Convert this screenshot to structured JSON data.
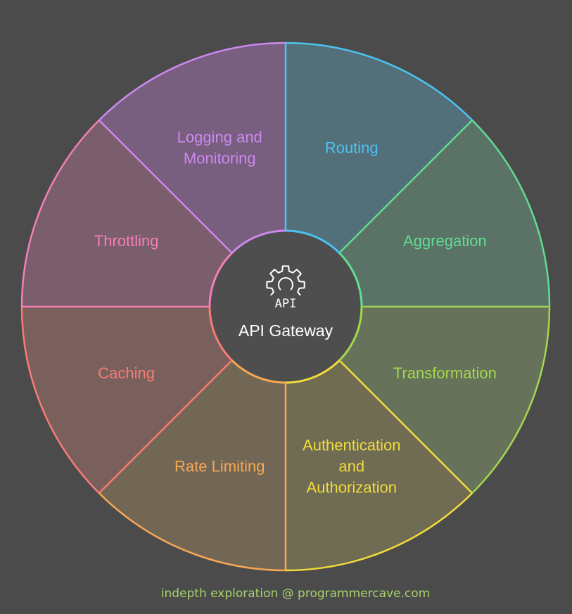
{
  "center": {
    "title": "API Gateway",
    "icon_name": "gear-icon",
    "icon_label": "API"
  },
  "segments": [
    {
      "id": "routing",
      "lines": [
        "Routing"
      ],
      "color": "#4cc3f0",
      "fill": "#536f7a"
    },
    {
      "id": "aggregation",
      "lines": [
        "Aggregation"
      ],
      "color": "#62dc94",
      "fill": "#5a7366"
    },
    {
      "id": "transformation",
      "lines": [
        "Transformation"
      ],
      "color": "#a3d94e",
      "fill": "#66725a"
    },
    {
      "id": "authentication-and-authorization",
      "lines": [
        "Authentication",
        "and",
        "Authorization"
      ],
      "color": "#f2dc3c",
      "fill": "#706b53"
    },
    {
      "id": "rate-limiting",
      "lines": [
        "Rate Limiting"
      ],
      "color": "#f7a855",
      "fill": "#726655"
    },
    {
      "id": "caching",
      "lines": [
        "Caching"
      ],
      "color": "#f87b76",
      "fill": "#7a605c"
    },
    {
      "id": "throttling",
      "lines": [
        "Throttling"
      ],
      "color": "#f47fb6",
      "fill": "#7a5e6c"
    },
    {
      "id": "logging-and-monitoring",
      "lines": [
        "Logging and",
        "Monitoring"
      ],
      "color": "#cc88ef",
      "fill": "#785f80"
    }
  ],
  "center_colors": {
    "fill": "#4e4e4e"
  },
  "footer": {
    "text": "indepth exploration @ programmercave.com",
    "color": "#a8d26a"
  }
}
